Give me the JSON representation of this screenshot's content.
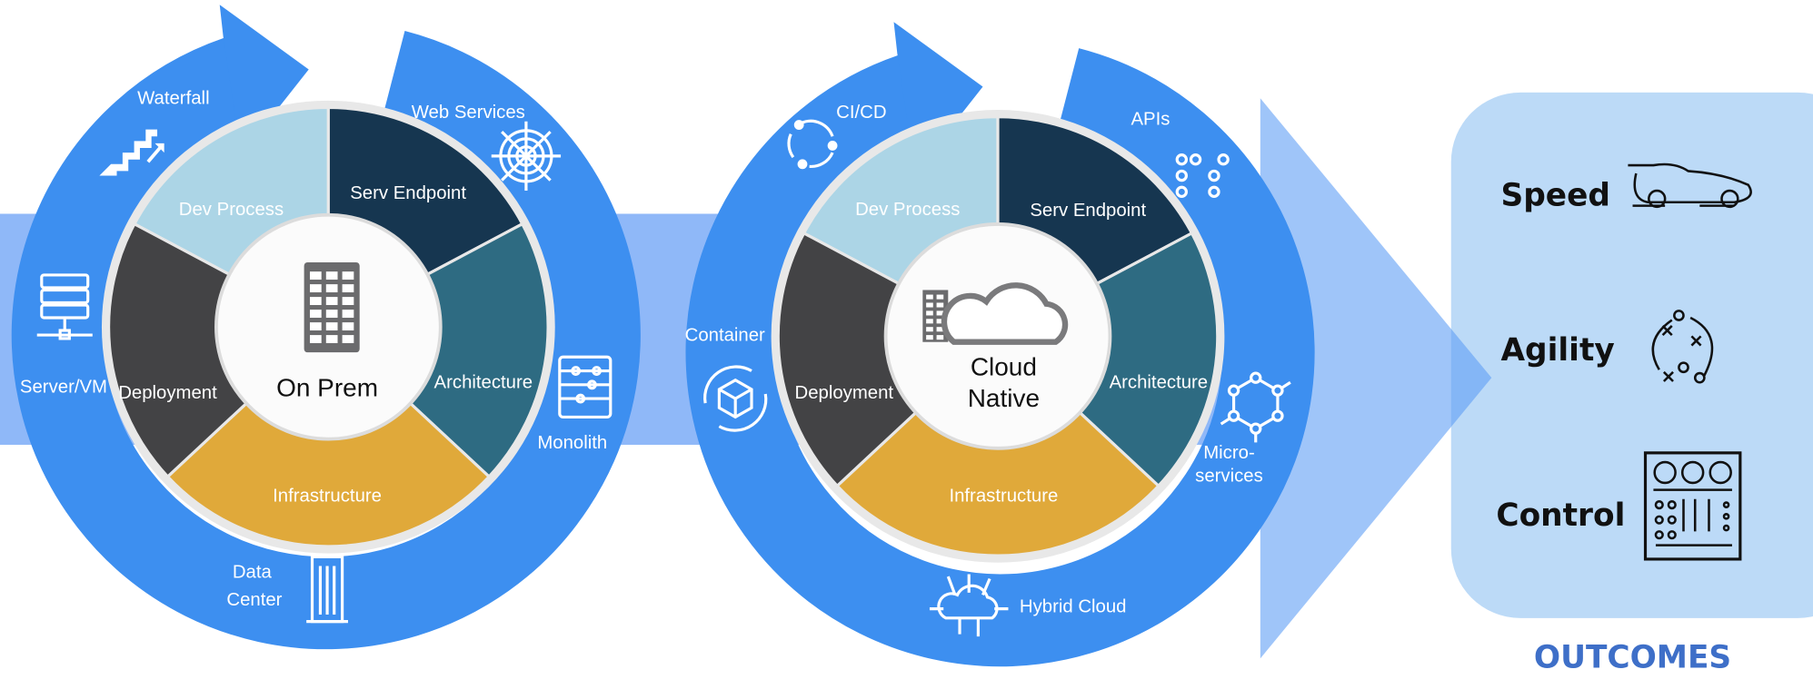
{
  "colors": {
    "ring": "#3d8ff0",
    "band": "#8fb8f8",
    "outcomes_box": "#bcdaf7",
    "outcomes_title": "#3e6fc8",
    "segments": {
      "dev_process": "#acd5e6",
      "serv_endpoint": "#163650",
      "architecture": "#2e6b82",
      "infrastructure": "#e0a93a",
      "deployment": "#434345"
    }
  },
  "left_cycle": {
    "center_label": "On Prem",
    "center_icon": "office-building-icon",
    "segments": [
      "Dev Process",
      "Serv Endpoint",
      "Architecture",
      "Infrastructure",
      "Deployment"
    ],
    "ring_labels": {
      "waterfall": "Waterfall",
      "web_services": "Web Services",
      "server_vm": "Server/VM",
      "monolith": "Monolith",
      "data_center_1": "Data",
      "data_center_2": "Center"
    }
  },
  "right_cycle": {
    "center_label_1": "Cloud",
    "center_label_2": "Native",
    "center_icon": "cloud-building-icon",
    "segments": [
      "Dev Process",
      "Serv Endpoint",
      "Architecture",
      "Infrastructure",
      "Deployment"
    ],
    "ring_labels": {
      "cicd": "CI/CD",
      "apis": "APIs",
      "container": "Container",
      "micro_1": "Micro-",
      "micro_2": "services",
      "hybrid_cloud": "Hybrid Cloud"
    }
  },
  "outcomes": {
    "title": "OUTCOMES",
    "items": [
      {
        "label": "Speed",
        "icon": "race-car-icon"
      },
      {
        "label": "Agility",
        "icon": "play-diagram-icon"
      },
      {
        "label": "Control",
        "icon": "control-panel-icon"
      }
    ]
  }
}
